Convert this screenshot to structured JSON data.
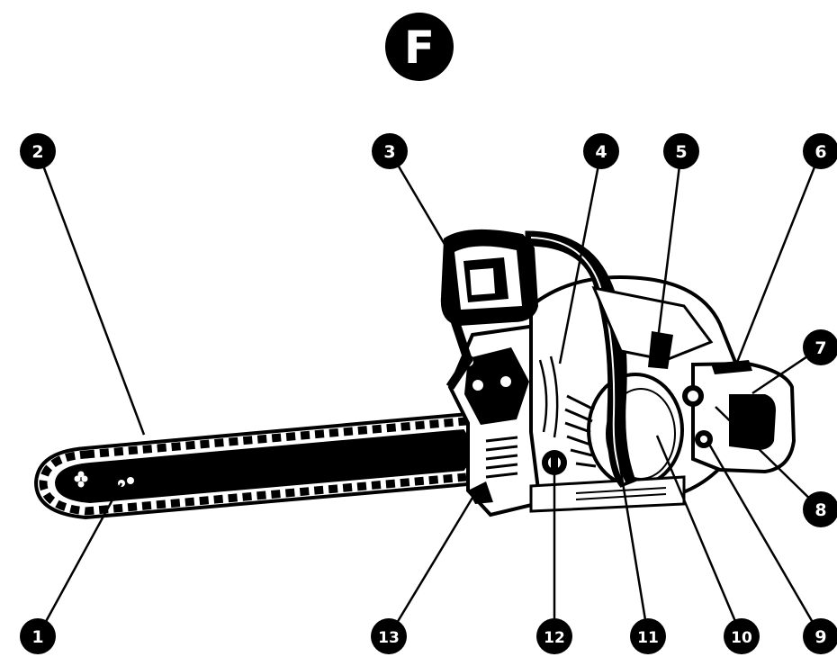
{
  "figure": {
    "letter": "F",
    "callouts": [
      "1",
      "2",
      "3",
      "4",
      "5",
      "6",
      "7",
      "8",
      "9",
      "10",
      "11",
      "12",
      "13"
    ]
  },
  "colors": {
    "ink": "#000000",
    "paper": "#ffffff",
    "shade": "#cfcfcf"
  },
  "icons": {
    "product": "chainsaw-illustration"
  }
}
